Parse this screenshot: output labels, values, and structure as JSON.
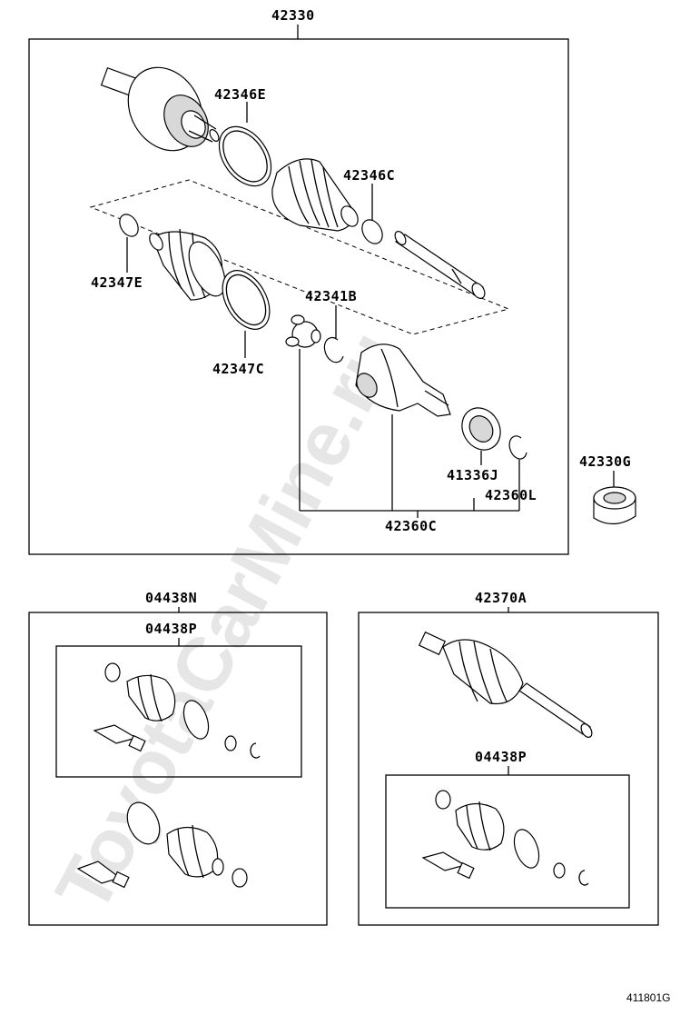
{
  "watermark": "ToyotaCarMine.ru",
  "figure_code": "411801G",
  "labels": {
    "l42330": "42330",
    "l42346E": "42346E",
    "l42346C": "42346C",
    "l42347E": "42347E",
    "l42341B": "42341B",
    "l42347C": "42347C",
    "l41336J": "41336J",
    "l42360L": "42360L",
    "l42360C": "42360C",
    "l42330G": "42330G",
    "l04438N": "04438N",
    "l04438P_left": "04438P",
    "l42370A": "42370A",
    "l04438P_right": "04438P"
  }
}
